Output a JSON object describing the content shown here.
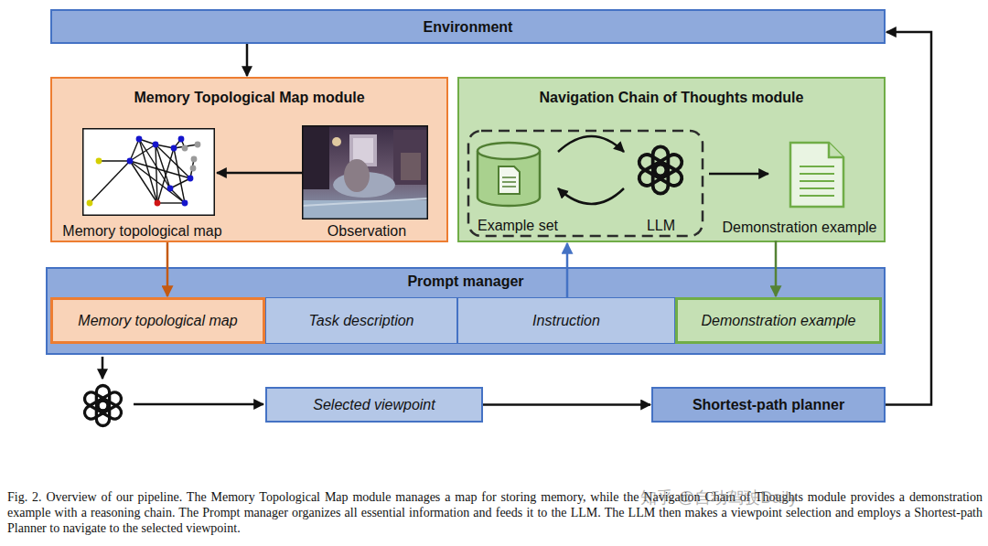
{
  "diagram": {
    "caption": "Fig. 2. Overview of our pipeline. The Memory Topological Map module manages a map for storing memory, while the Navigation Chain of Thoughts module provides a demonstration example with a reasoning chain. The Prompt manager organizes all essential information and feeds it to the LLM. The LLM then makes a viewpoint selection and employs a Shortest-path Planner to navigate to the selected viewpoint.",
    "nodes": [
      {
        "text": [
          "Environment"
        ]
      },
      {
        "text": [
          "Memory Topological Map module"
        ]
      },
      {
        "text": [
          "Memory topological map"
        ],
        "in": 1
      },
      {
        "text": [
          "Observation"
        ],
        "in": 1
      },
      {
        "text": [
          "Navigation Chain of Thoughts module"
        ]
      },
      {
        "text": [
          "Example set"
        ],
        "in": 4
      },
      {
        "text": [
          "LLM"
        ],
        "in": 4
      },
      {
        "text": [
          "Demonstration example"
        ],
        "in": 4
      },
      {
        "text": [
          "Prompt manager"
        ]
      },
      {
        "text": [
          "Memory topological map"
        ],
        "in": 8
      },
      {
        "text": [
          "Task description"
        ],
        "in": 8
      },
      {
        "text": [
          "Instruction"
        ],
        "in": 8
      },
      {
        "text": [
          "Demonstration example"
        ],
        "in": 8
      },
      {
        "text": [
          "Selected viewpoint"
        ]
      },
      {
        "text": [
          "Shortest-path planner"
        ]
      }
    ],
    "edges": [
      {
        "from": 0,
        "to": 1,
        "arrow": "to"
      },
      {
        "from": 3,
        "to": 2,
        "arrow": "to"
      },
      {
        "from": 5,
        "to": 6,
        "arrow": "to"
      },
      {
        "from": 6,
        "to": 5,
        "arrow": "to"
      },
      {
        "from": 6,
        "to": 7,
        "arrow": "to"
      },
      {
        "from": 1,
        "to": 9,
        "arrow": "to"
      },
      {
        "from": 11,
        "to": 4,
        "arrow": "to"
      },
      {
        "from": 7,
        "to": 12,
        "arrow": "to"
      },
      {
        "from": 13,
        "to": 14,
        "arrow": "to"
      },
      {
        "from": 14,
        "to": 0,
        "arrow": "to"
      }
    ],
    "labels": [
      "知乎 @自动驾驶Daily"
    ]
  }
}
